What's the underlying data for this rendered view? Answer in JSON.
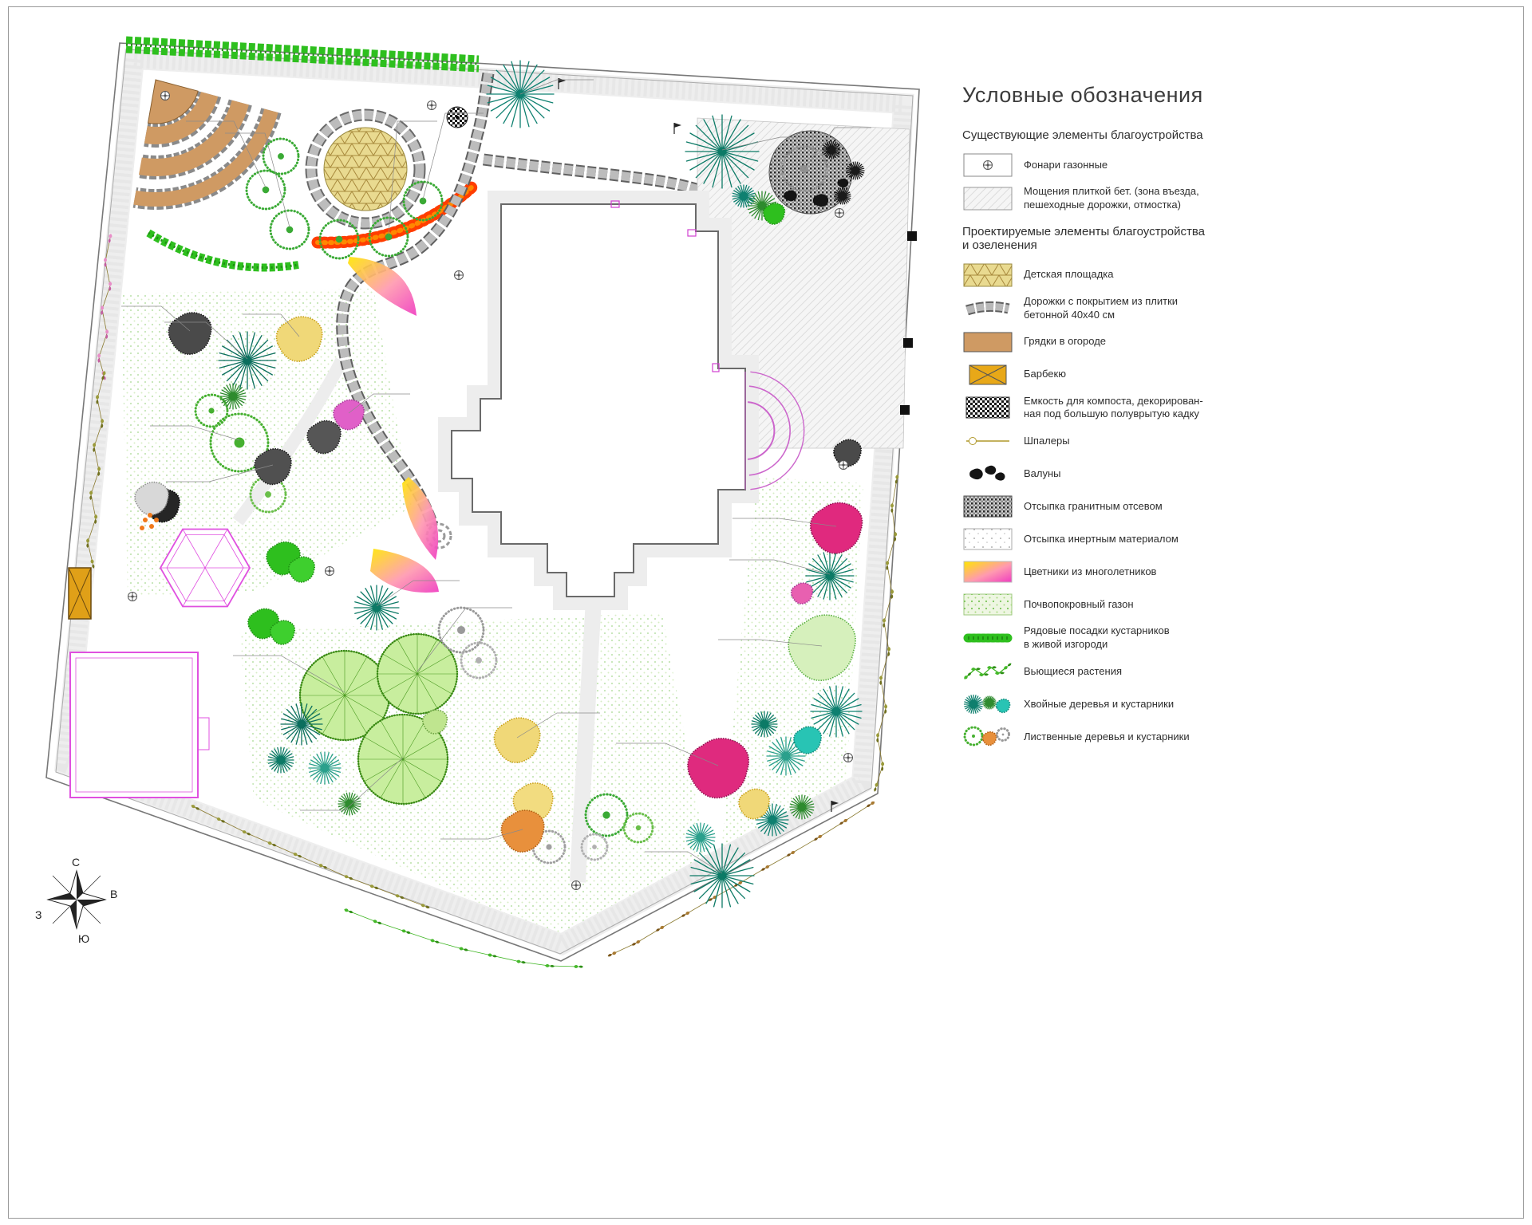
{
  "legend": {
    "title": "Условные обозначения",
    "existing_header": "Существующие элементы благоустройства",
    "designed_header": "Проектируемые элементы благоустройства\nи озеленения",
    "existing": [
      {
        "symbol": "lawn-lamp",
        "label": "Фонари газонные"
      },
      {
        "symbol": "concrete-paving",
        "label": "Мощения плиткой бет. (зона въезда,\nпешеходные дорожки, отмостка)"
      }
    ],
    "designed": [
      {
        "symbol": "playground",
        "label": "Детская площадка"
      },
      {
        "symbol": "tile-path",
        "label": "Дорожки с покрытием из плитки\nбетонной 40х40 см"
      },
      {
        "symbol": "garden-beds",
        "label": "Грядки в огороде"
      },
      {
        "symbol": "barbecue",
        "label": "Барбекю"
      },
      {
        "symbol": "compost",
        "label": "Емкость для компоста, декорирован-\nная под большую полуврытую кадку"
      },
      {
        "symbol": "trellis",
        "label": "Шпалеры"
      },
      {
        "symbol": "boulders",
        "label": "Валуны"
      },
      {
        "symbol": "granite-fill",
        "label": "Отсыпка гранитным отсевом"
      },
      {
        "symbol": "inert-fill",
        "label": "Отсыпка инертным материалом"
      },
      {
        "symbol": "perennial-flowerbed",
        "label": "Цветники из многолетников"
      },
      {
        "symbol": "groundcover-lawn",
        "label": "Почвопокровный газон"
      },
      {
        "symbol": "shrub-hedge",
        "label": "Рядовые посадки кустарников\nв живой изгороди"
      },
      {
        "symbol": "climbing-plants",
        "label": "Вьющиеся растения"
      },
      {
        "symbol": "conifers",
        "label": "Хвойные деревья и кустарники"
      },
      {
        "symbol": "deciduous",
        "label": "Лиственные деревья и кустарники"
      }
    ]
  },
  "compass": {
    "north": "С",
    "south": "Ю",
    "west": "З",
    "east": "В"
  },
  "colors": {
    "hedge_green": "#2ebf1e",
    "conifer_teal": "#0e7f6e",
    "flower_yellow": "#ffe600",
    "flower_pink": "#f03cc0",
    "path_grey": "#949494",
    "beds_brown": "#cf9a63",
    "accent_magenta": "#e050e0"
  }
}
